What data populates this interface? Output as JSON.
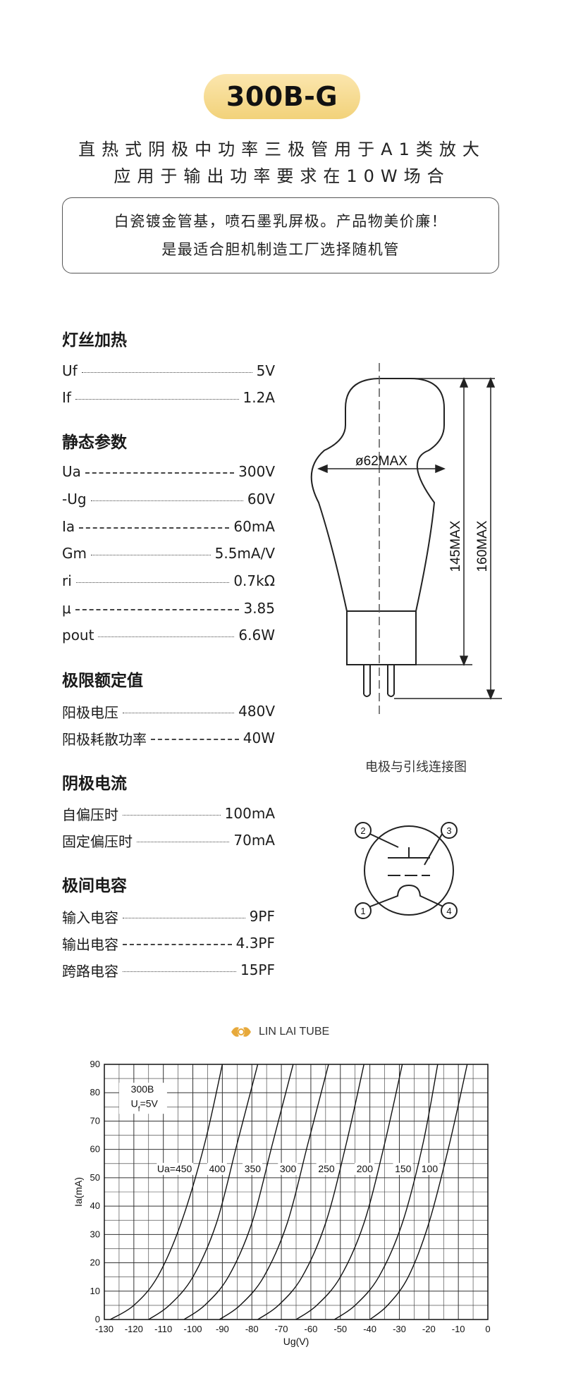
{
  "header": {
    "model": "300B-G",
    "subtitle_lines": [
      "直热式阴极中功率三极管用于A1类放大",
      "应用于输出功率要求在10W场合"
    ]
  },
  "promo": {
    "lines": [
      "白瓷镀金管基，喷石墨乳屏极。产品物美价廉！",
      "是最适合胆机制造工厂选择随机管"
    ]
  },
  "sections": [
    {
      "title": "灯丝加热",
      "items": [
        {
          "label": "Uf",
          "value": "5V",
          "leader": "wave"
        },
        {
          "label": "If",
          "value": "1.2A",
          "leader": "wave"
        }
      ]
    },
    {
      "title": "静态参数",
      "items": [
        {
          "label": "Ua",
          "value": "300V",
          "leader": "dash"
        },
        {
          "label": "-Ug",
          "value": "60V",
          "leader": "wave"
        },
        {
          "label": "Ia",
          "value": "60mA",
          "leader": "dash"
        },
        {
          "label": "Gm",
          "value": "5.5mA/V",
          "leader": "wave"
        },
        {
          "label": "ri",
          "value": "0.7kΩ",
          "leader": "wave"
        },
        {
          "label": "μ",
          "value": "3.85",
          "leader": "dash"
        },
        {
          "label": "pout",
          "value": "6.6W",
          "leader": "wave"
        }
      ]
    },
    {
      "title": "极限额定值",
      "items": [
        {
          "label": "阳极电压",
          "value": "480V",
          "leader": "wave"
        },
        {
          "label": "阳极耗散功率",
          "value": "40W",
          "leader": "dash"
        }
      ]
    },
    {
      "title": "阴极电流",
      "items": [
        {
          "label": "自偏压时",
          "value": "100mA",
          "leader": "wave"
        },
        {
          "label": "固定偏压时",
          "value": "70mA",
          "leader": "wave"
        }
      ]
    },
    {
      "title": "极间电容",
      "items": [
        {
          "label": "输入电容",
          "value": "9PF",
          "leader": "wave"
        },
        {
          "label": "输出电容",
          "value": "4.3PF",
          "leader": "dash"
        },
        {
          "label": "跨路电容",
          "value": "15PF",
          "leader": "wave"
        }
      ]
    }
  ],
  "tube_drawing": {
    "diameter_label": "ø62MAX",
    "height_label_a": "145MAX",
    "height_label_b": "160MAX"
  },
  "connection": {
    "title": "电极与引线连接图",
    "pins": [
      "1",
      "2",
      "3",
      "4"
    ]
  },
  "brand": {
    "name": "LIN LAI TUBE"
  },
  "chart_data": {
    "type": "line",
    "xlabel": "Ug(V)",
    "ylabel": "Ia(mA)",
    "xlim": [
      -130,
      0
    ],
    "ylim": [
      0,
      90
    ],
    "x_ticks": [
      -130,
      -120,
      -110,
      -100,
      -90,
      -80,
      -70,
      -60,
      -50,
      -40,
      -30,
      -20,
      -10,
      0
    ],
    "y_ticks": [
      0,
      10,
      20,
      30,
      40,
      50,
      60,
      70,
      80,
      90
    ],
    "grid": true,
    "annotation_model": "300B",
    "annotation_uf_prefix": "U",
    "annotation_uf_sub": "f",
    "annotation_uf_suffix": "=5V",
    "curve_label_prefix": "Ua=",
    "series": [
      {
        "name": "450",
        "x": [
          -128,
          -120,
          -112,
          -104,
          -96,
          -90
        ],
        "y": [
          0,
          5,
          15,
          34,
          62,
          90
        ]
      },
      {
        "name": "400",
        "x": [
          -115,
          -108,
          -100,
          -92,
          -85,
          -78
        ],
        "y": [
          0,
          5,
          15,
          34,
          62,
          90
        ]
      },
      {
        "name": "350",
        "x": [
          -103,
          -96,
          -88,
          -80,
          -73,
          -66
        ],
        "y": [
          0,
          5,
          15,
          34,
          62,
          90
        ]
      },
      {
        "name": "300",
        "x": [
          -91,
          -84,
          -76,
          -68,
          -61,
          -54
        ],
        "y": [
          0,
          5,
          15,
          34,
          62,
          90
        ]
      },
      {
        "name": "250",
        "x": [
          -78,
          -71,
          -63,
          -55,
          -48,
          -42
        ],
        "y": [
          0,
          5,
          15,
          34,
          62,
          90
        ]
      },
      {
        "name": "200",
        "x": [
          -65,
          -58,
          -50,
          -42,
          -35,
          -29
        ],
        "y": [
          0,
          5,
          15,
          34,
          62,
          90
        ]
      },
      {
        "name": "150",
        "x": [
          -52,
          -45,
          -37,
          -29,
          -22,
          -17
        ],
        "y": [
          0,
          5,
          15,
          34,
          62,
          90
        ]
      },
      {
        "name": "100",
        "x": [
          -40,
          -34,
          -27,
          -20,
          -13,
          -7
        ],
        "y": [
          0,
          5,
          15,
          34,
          62,
          90
        ]
      }
    ]
  }
}
